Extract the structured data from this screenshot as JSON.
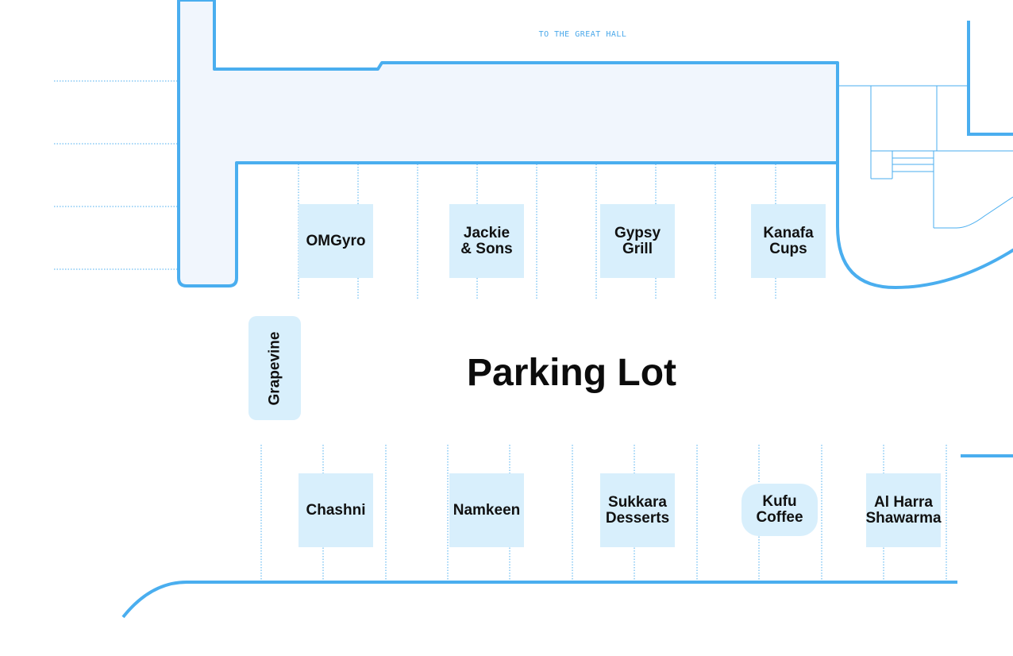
{
  "map": {
    "hall_label": "TO THE GREAT HALL",
    "lot_label": "Parking Lot",
    "colors": {
      "outline": "#4aaeef",
      "building_fill": "#f1f6fd",
      "vendor_fill": "#d8effc",
      "text": "#111111"
    }
  },
  "vendors": {
    "omgyro": "OMGyro",
    "jackie_sons": [
      "Jackie",
      "& Sons"
    ],
    "gypsy_grill": [
      "Gypsy",
      "Grill"
    ],
    "kanafa_cups": [
      "Kanafa",
      "Cups"
    ],
    "grapevine": "Grapevine",
    "chashni": "Chashni",
    "namkeen": "Namkeen",
    "sukkara_desserts": [
      "Sukkara",
      "Desserts"
    ],
    "kufu_coffee": [
      "Kufu",
      "Coffee"
    ],
    "al_harra_shawarma": [
      "Al Harra",
      "Shawarma"
    ]
  }
}
